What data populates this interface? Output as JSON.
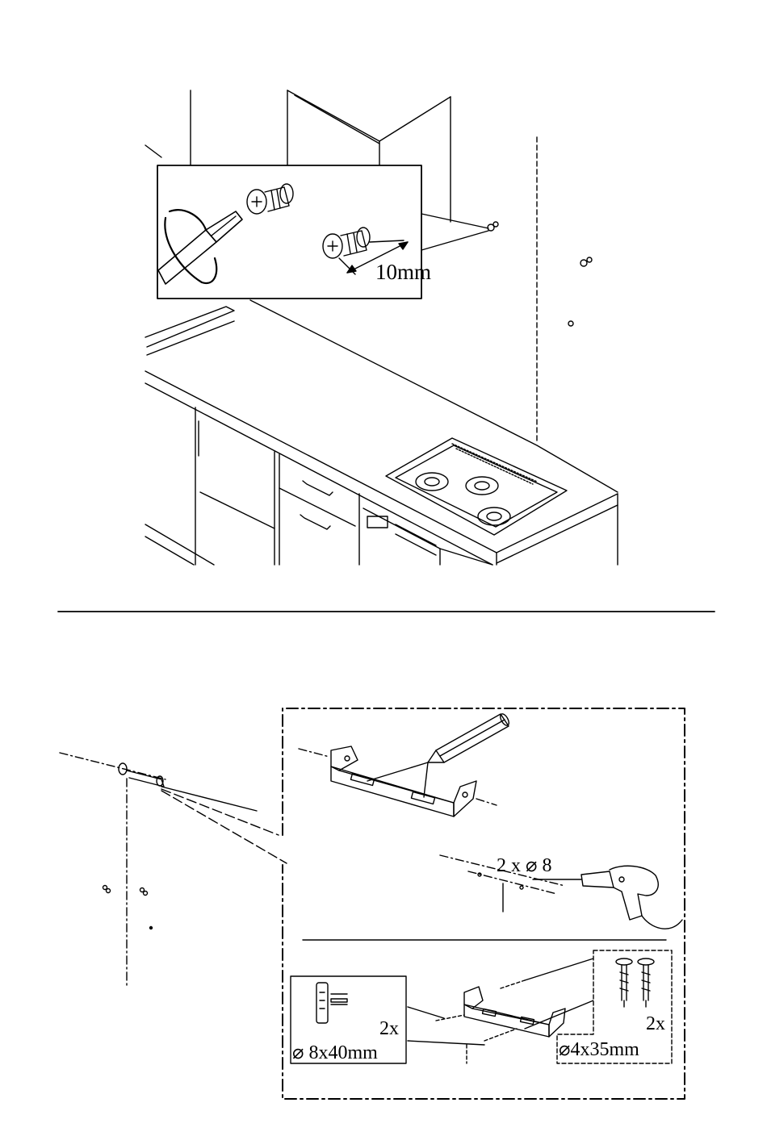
{
  "top_panel": {
    "callout_dimension": "10mm"
  },
  "bottom_panel": {
    "drill_label": "2 x ⌀ 8",
    "dowel_qty": "2x",
    "dowel_size": "⌀ 8x40mm",
    "screw_qty": "2x",
    "screw_size": "⌀4x35mm"
  }
}
